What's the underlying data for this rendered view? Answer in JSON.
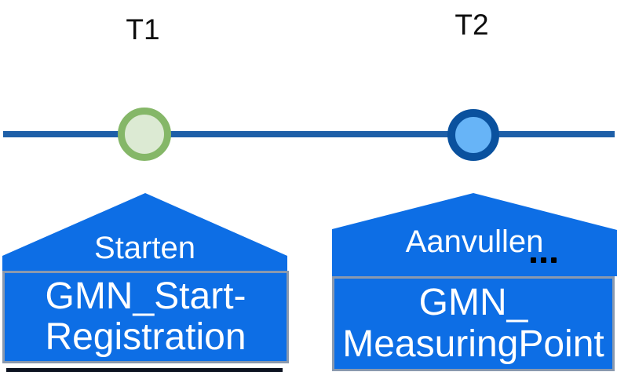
{
  "diagram": {
    "type": "timeline",
    "colors": {
      "banner_blue": "#0d6ee5",
      "timeline_blue": "#1e5fa8",
      "box_border_gray": "#8a99ae",
      "green_marker_ring": "#85b768",
      "green_marker_fill": "#dcead3",
      "blue_marker_ring": "#0a519e",
      "blue_marker_fill": "#67b4f7",
      "text_white": "#ffffff",
      "label_black": "#000000"
    },
    "events": [
      {
        "time_label": "T1",
        "marker": "green-circle",
        "action": "Starten",
        "entity_line1": "GMN_Start-",
        "entity_line2": "Registration"
      },
      {
        "time_label": "T2",
        "marker": "blue-circle",
        "action": "Aanvullen",
        "overflow_indicator": "...",
        "entity_line1": "GMN_",
        "entity_line2": "MeasuringPoint"
      }
    ]
  }
}
